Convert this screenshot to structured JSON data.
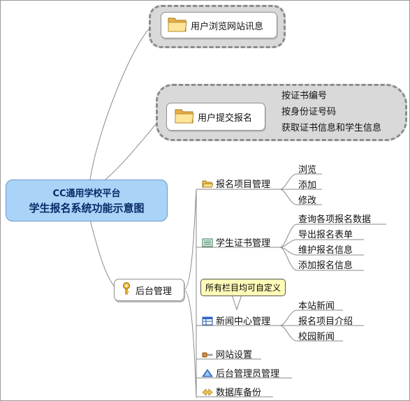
{
  "central": {
    "line1": "CC通用学校平台",
    "line2": "学生报名系统功能示意图"
  },
  "branches": {
    "browse": {
      "label": "用户浏览网站讯息",
      "icon": "folder-icon"
    },
    "submit": {
      "label": "用户提交报名",
      "icon": "folder-icon",
      "children": [
        "按证书编号",
        "按身份证号码",
        "获取证书信息和学生信息"
      ]
    },
    "admin": {
      "label": "后台管理",
      "icon": "key-icon",
      "callout": "所有栏目均可自定义",
      "sections": [
        {
          "label": "报名项目管理",
          "icon": "open-folder-icon",
          "children": [
            "浏览",
            "添加",
            "修改"
          ]
        },
        {
          "label": "学生证书管理",
          "icon": "list-icon",
          "children": [
            "查询各项报名数据",
            "导出报名表单",
            "维护报名信息",
            "添加报名信息"
          ]
        },
        {
          "label": "新闻中心管理",
          "icon": "table-icon",
          "children": [
            "本站新闻",
            "报名项目介绍",
            "校园新闻"
          ]
        },
        {
          "label": "网站设置",
          "icon": "tool-icon",
          "children": []
        },
        {
          "label": "后台管理员管理",
          "icon": "user-icon",
          "children": []
        },
        {
          "label": "数据库备份",
          "icon": "arrows-icon",
          "children": []
        }
      ]
    }
  }
}
